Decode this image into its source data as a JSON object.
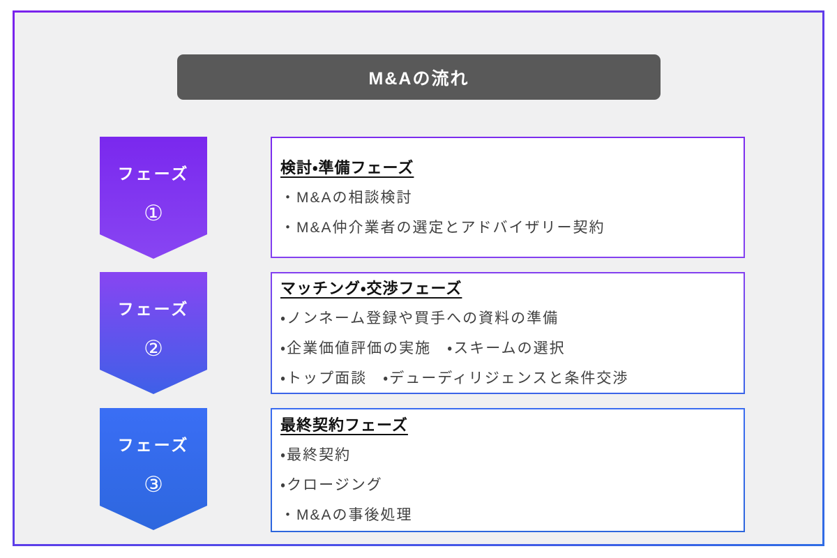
{
  "title": "M&Aの流れ",
  "phases": [
    {
      "label": "フェーズ",
      "number": "①",
      "heading": "検討・準備フェーズ",
      "bullets": [
        "・M&Aの相談検討",
        "・M&A仲介業者の選定とアドバイザリー契約"
      ]
    },
    {
      "label": "フェーズ",
      "number": "②",
      "heading": "マッチング・交渉フェーズ",
      "bullets": [
        "・ノンネーム登録や買手への資料の準備",
        "・企業価値評価の実施　・スキームの選択",
        "・トップ面談　・デューディリジェンスと条件交渉"
      ]
    },
    {
      "label": "フェーズ",
      "number": "③",
      "heading": "最終契約フェーズ",
      "bullets": [
        "・最終契約",
        "・クロージング",
        "・M&Aの事後処理"
      ]
    }
  ],
  "colors": {
    "frame_gradient_start": "#7a22ec",
    "frame_gradient_end": "#2f6ce5",
    "header_bg": "#595959",
    "header_text": "#ffffff",
    "canvas_bg": "#f0f0f1",
    "phase1_top": "#7a28ee",
    "phase1_bottom": "#8845f2",
    "phase2_top": "#8845f2",
    "phase2_bottom": "#3e60e8",
    "phase3_top": "#3a6ef5",
    "phase3_bottom": "#2d67de",
    "heading_text": "#111111",
    "bullet_text": "#404040"
  }
}
